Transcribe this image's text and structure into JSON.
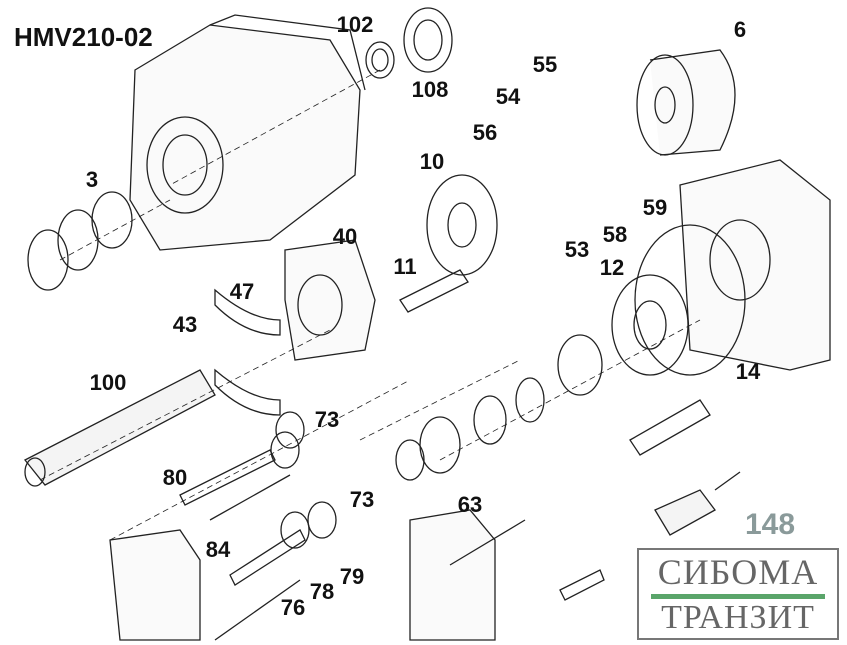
{
  "title": "HMV210-02",
  "labels": [
    "102",
    "6",
    "108",
    "55",
    "54",
    "56",
    "3",
    "10",
    "40",
    "59",
    "58",
    "53",
    "11",
    "12",
    "47",
    "43",
    "14",
    "100",
    "73",
    "80",
    "73",
    "63",
    "84",
    "79",
    "78",
    "76"
  ],
  "ghost_label": "148",
  "logo": {
    "line1": "СИБОМА",
    "line2": "ТРАНЗИТ",
    "accent": "#5aa56a"
  }
}
